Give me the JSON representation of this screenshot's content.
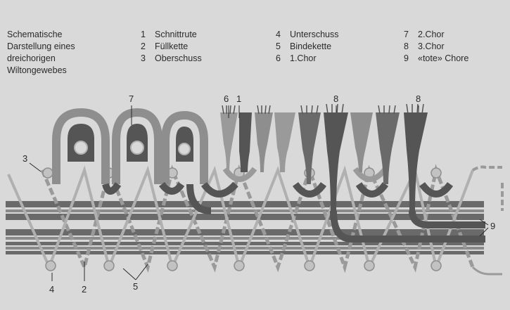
{
  "title_lines": [
    "Schematische",
    "Darstellung eines",
    "dreichorigen",
    "Wiltongewebes"
  ],
  "legend": [
    {
      "num": "1",
      "label": "Schnittrute"
    },
    {
      "num": "2",
      "label": "Füllkette"
    },
    {
      "num": "3",
      "label": "Oberschuss"
    },
    {
      "num": "4",
      "label": "Unterschuss"
    },
    {
      "num": "5",
      "label": "Bindekette"
    },
    {
      "num": "6",
      "label": "1.Chor"
    },
    {
      "num": "7",
      "label": "2.Chor"
    },
    {
      "num": "8",
      "label": "3.Chor"
    },
    {
      "num": "9",
      "label": "«tote» Chore"
    }
  ],
  "callouts": {
    "c7": "7",
    "c6": "6",
    "c1": "1",
    "c8a": "8",
    "c8b": "8",
    "c3": "3",
    "c9": "9",
    "c4": "4",
    "c2": "2",
    "c5": "5"
  },
  "colors": {
    "background": "#d9d9d9",
    "pile_dark": "#555555",
    "pile_mid": "#8e8e8e",
    "pile_light": "#b3b3b3",
    "filler_band": "#6a6a6a",
    "weft_circle": "#c2c2c2",
    "binder_line": "#9a9a9a"
  }
}
